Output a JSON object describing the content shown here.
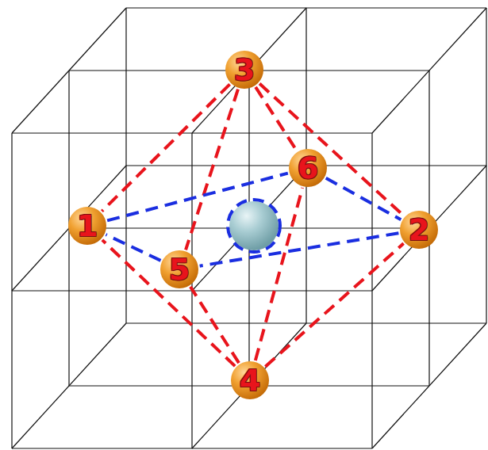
{
  "diagram": {
    "nodes": [
      {
        "text": [
          "3"
        ]
      },
      {
        "text": [
          "6"
        ]
      },
      {
        "text": [
          "1"
        ]
      },
      {
        "text": [
          "2"
        ]
      },
      {
        "text": [
          "5"
        ]
      },
      {
        "text": [
          "4"
        ]
      }
    ],
    "edges": [
      {
        "from": 0,
        "to": 2,
        "arrow": "none"
      },
      {
        "from": 0,
        "to": 4,
        "arrow": "none"
      },
      {
        "from": 0,
        "to": 1,
        "arrow": "none"
      },
      {
        "from": 0,
        "to": 3,
        "arrow": "none"
      },
      {
        "from": 5,
        "to": 2,
        "arrow": "none"
      },
      {
        "from": 5,
        "to": 4,
        "arrow": "none"
      },
      {
        "from": 5,
        "to": 1,
        "arrow": "none"
      },
      {
        "from": 5,
        "to": 3,
        "arrow": "none"
      },
      {
        "from": 2,
        "to": 1,
        "arrow": "none"
      },
      {
        "from": 1,
        "to": 3,
        "arrow": "none"
      },
      {
        "from": 3,
        "to": 4,
        "arrow": "none"
      },
      {
        "from": 4,
        "to": 2,
        "arrow": "none"
      }
    ]
  }
}
